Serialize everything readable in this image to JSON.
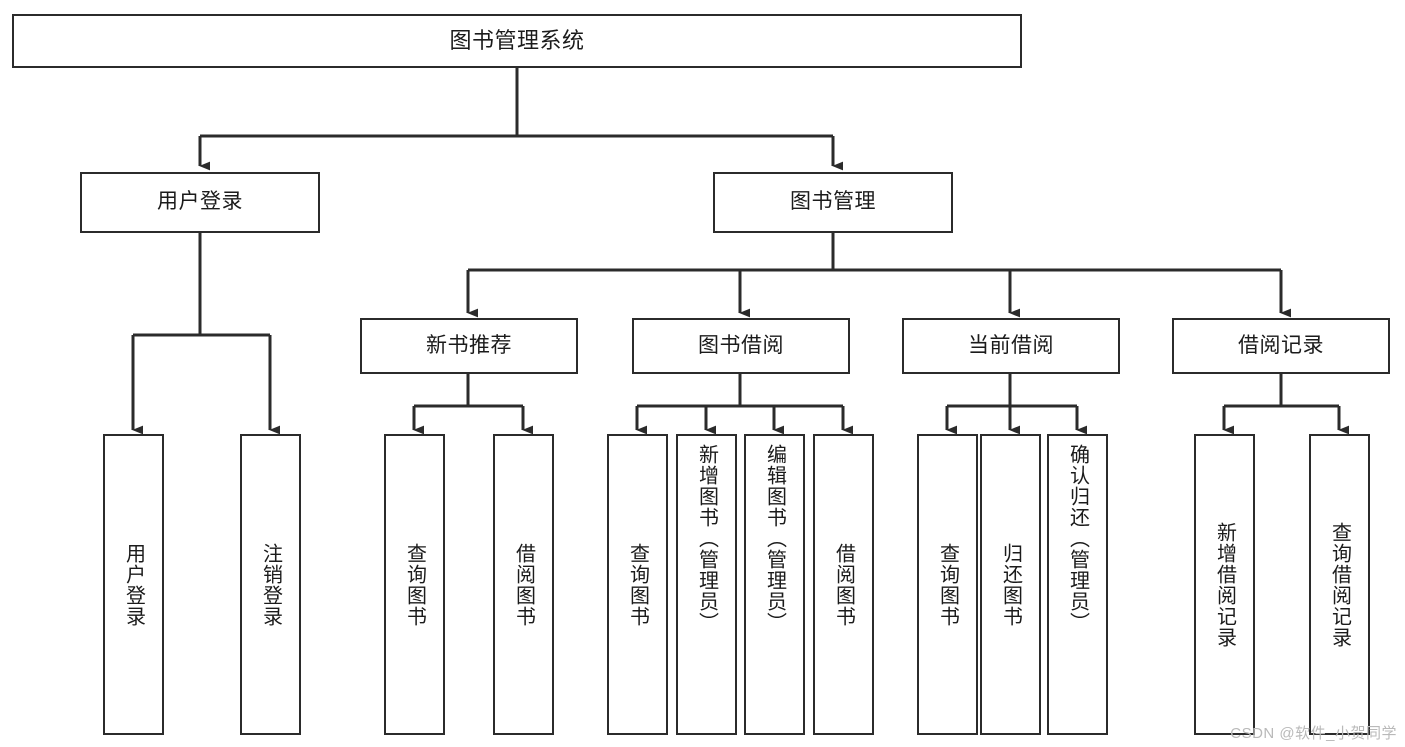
{
  "diagram": {
    "title": "图书管理系统",
    "type": "tree",
    "colors": {
      "box_border": "#2b2b2b",
      "box_fill": "#ffffff",
      "edge": "#2b2b2b",
      "text": "#1b1b1b",
      "watermark": "#b9b9b9",
      "background": "#ffffff"
    },
    "watermark": "CSDN @软件_小贺同学",
    "nodes": {
      "root": {
        "label": "图书管理系统"
      },
      "level2": [
        {
          "id": "user-login",
          "label": "用户登录"
        },
        {
          "id": "book-manage",
          "label": "图书管理"
        }
      ],
      "level3": [
        {
          "id": "new-book-recommend",
          "label": "新书推荐"
        },
        {
          "id": "book-borrow",
          "label": "图书借阅"
        },
        {
          "id": "current-borrow",
          "label": "当前借阅"
        },
        {
          "id": "borrow-record",
          "label": "借阅记录"
        }
      ],
      "leaves": {
        "user-login": [
          {
            "id": "leaf-user-login",
            "label": "用户登录"
          },
          {
            "id": "leaf-user-logout",
            "label": "注销登录"
          }
        ],
        "new-book-recommend": [
          {
            "id": "leaf-query-book-1",
            "label": "查询图书"
          },
          {
            "id": "leaf-borrow-book-1",
            "label": "借阅图书"
          }
        ],
        "book-borrow": [
          {
            "id": "leaf-query-book-2",
            "label": "查询图书"
          },
          {
            "id": "leaf-add-book",
            "label": "新增图书（管理员）"
          },
          {
            "id": "leaf-edit-book",
            "label": "编辑图书（管理员）"
          },
          {
            "id": "leaf-borrow-book-2",
            "label": "借阅图书"
          }
        ],
        "current-borrow": [
          {
            "id": "leaf-query-book-3",
            "label": "查询图书"
          },
          {
            "id": "leaf-return-book",
            "label": "归还图书"
          },
          {
            "id": "leaf-confirm-return",
            "label": "确认归还（管理员）"
          }
        ],
        "borrow-record": [
          {
            "id": "leaf-add-record",
            "label": "新增借阅记录"
          },
          {
            "id": "leaf-query-record",
            "label": "查询借阅记录"
          }
        ]
      }
    }
  }
}
